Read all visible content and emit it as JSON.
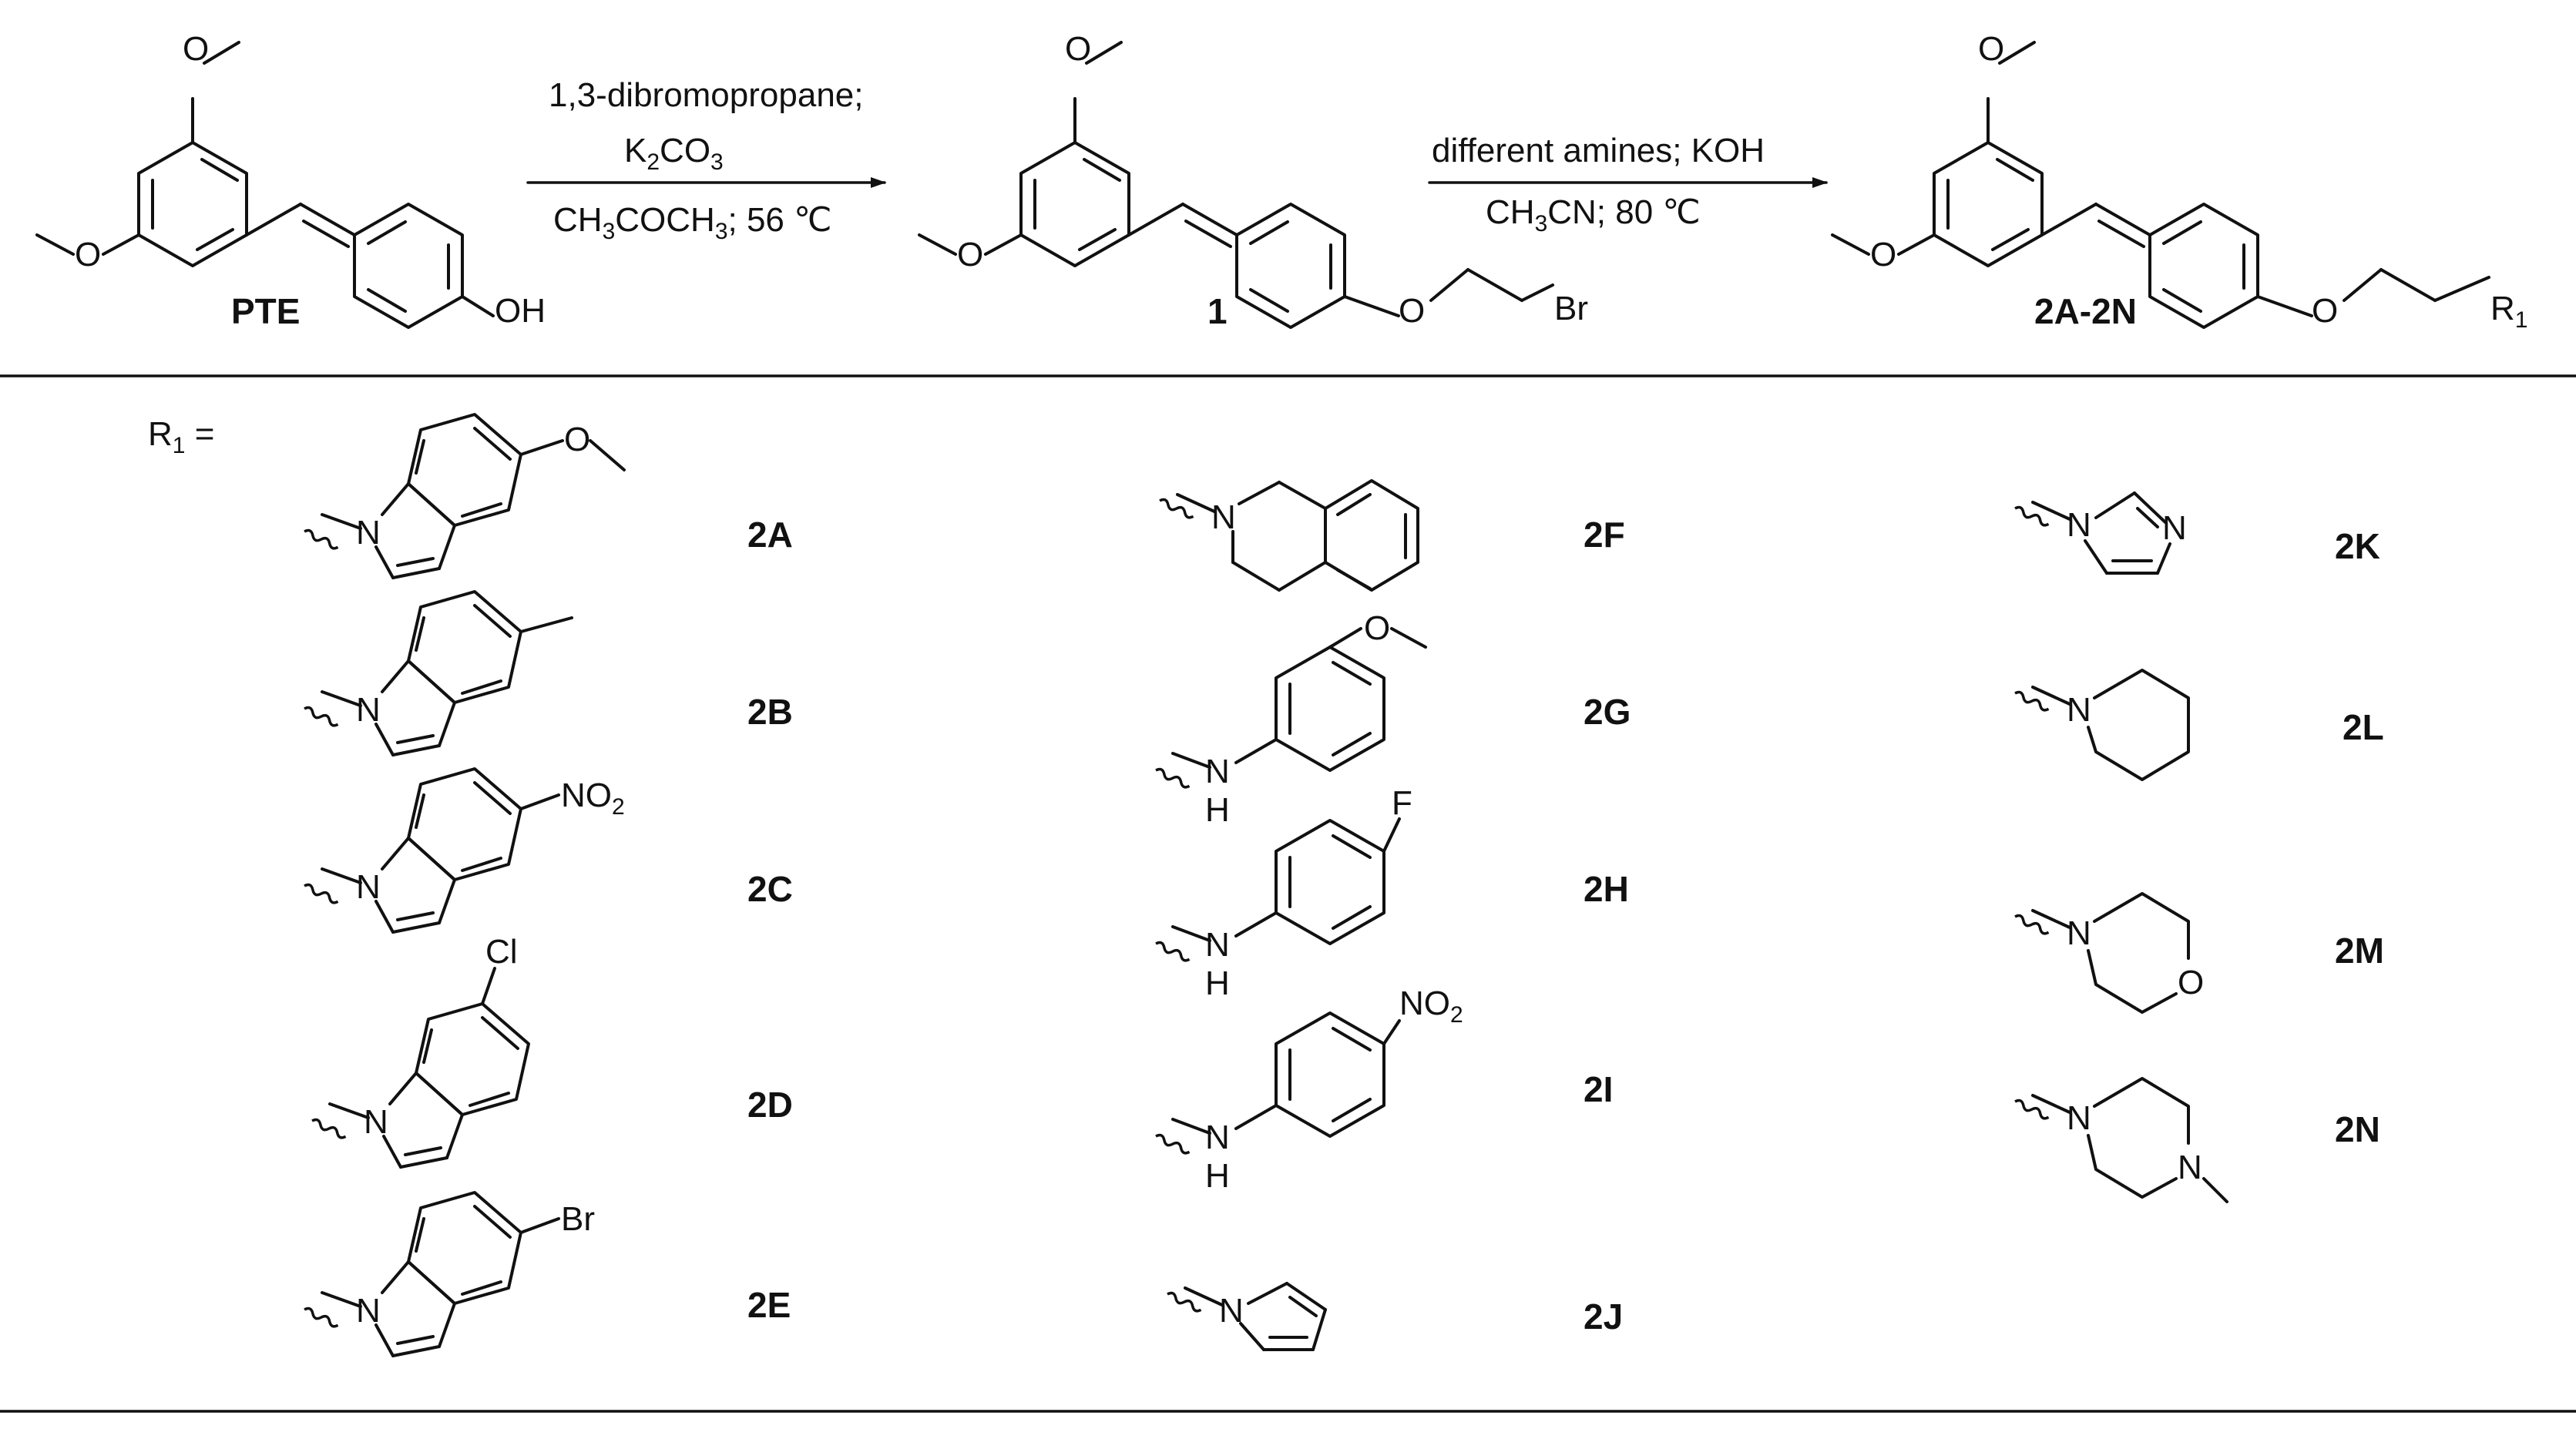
{
  "reaction": {
    "compounds": {
      "start_label": "PTE",
      "intermediate_label": "1",
      "product_label": "2A-2N"
    },
    "step1": {
      "line1": "1,3-dibromopropane;",
      "line2_main": "K",
      "line2_sub": "2",
      "line2_rest": "CO",
      "line2_sub2": "3",
      "line3_a": "CH",
      "line3_sub1": "3",
      "line3_b": "COCH",
      "line3_sub2": "3",
      "line3_c": "; 56 ℃"
    },
    "step2": {
      "line1": "different amines; KOH",
      "line2_a": "CH",
      "line2_sub": "3",
      "line2_b": "CN; 80 ℃"
    },
    "atoms": {
      "oxygen": "O",
      "hydroxyl": "OH",
      "bromine": "Br",
      "nitrogen": "N",
      "hydrogen": "H",
      "fluorine": "F",
      "chlorine": "Cl",
      "r_group": "R",
      "r_sub": "1",
      "nitro_main": "NO",
      "nitro_sub": "2"
    }
  },
  "substituents": {
    "r1_prefix": "R",
    "r1_sub": "1",
    "r1_eq": " =",
    "labels": [
      "2A",
      "2B",
      "2C",
      "2D",
      "2E",
      "2F",
      "2G",
      "2H",
      "2I",
      "2J",
      "2K",
      "2L",
      "2M",
      "2N"
    ]
  }
}
